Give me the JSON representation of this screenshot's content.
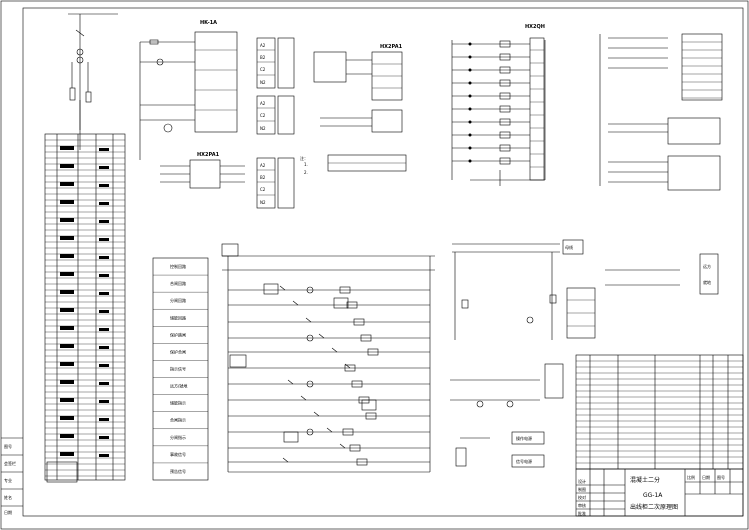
{
  "sheet": {
    "project": "混凝土二分",
    "drawing_no": "GG-1A",
    "drawing_title": "出线柜二次原理图"
  },
  "relay_modules": {
    "left_top": "HK-1A",
    "left_mid": "HX2PA1",
    "middle": "HX2PA1",
    "right": "HX2QH"
  },
  "terminals_a": [
    "A2",
    "B2",
    "C2",
    "N2"
  ],
  "terminals_b": [
    "A2",
    "C2",
    "N2"
  ],
  "terminals_c": [
    "A2",
    "B2",
    "C2",
    "N2"
  ],
  "notes": [
    "注：",
    "1.",
    "2."
  ],
  "control_labels": [
    "控制回路",
    "合闸回路",
    "分闸回路",
    "储能回路",
    "保护跳闸",
    "保护合闸",
    "指示信号",
    "远方/就地",
    "储能指示",
    "合闸指示",
    "分闸指示",
    "事故信号",
    "预告信号"
  ],
  "boxes": {
    "bus": "母线",
    "note1": "操作电源",
    "note2": "信号电源",
    "local": "就地",
    "remote": "远方"
  },
  "title_block_labels": [
    "设计",
    "制图",
    "校对",
    "审核",
    "批准",
    "比例",
    "日期",
    "图号"
  ],
  "left_margin_labels": [
    "图号",
    "会签栏",
    "专业",
    "姓名",
    "日期"
  ]
}
